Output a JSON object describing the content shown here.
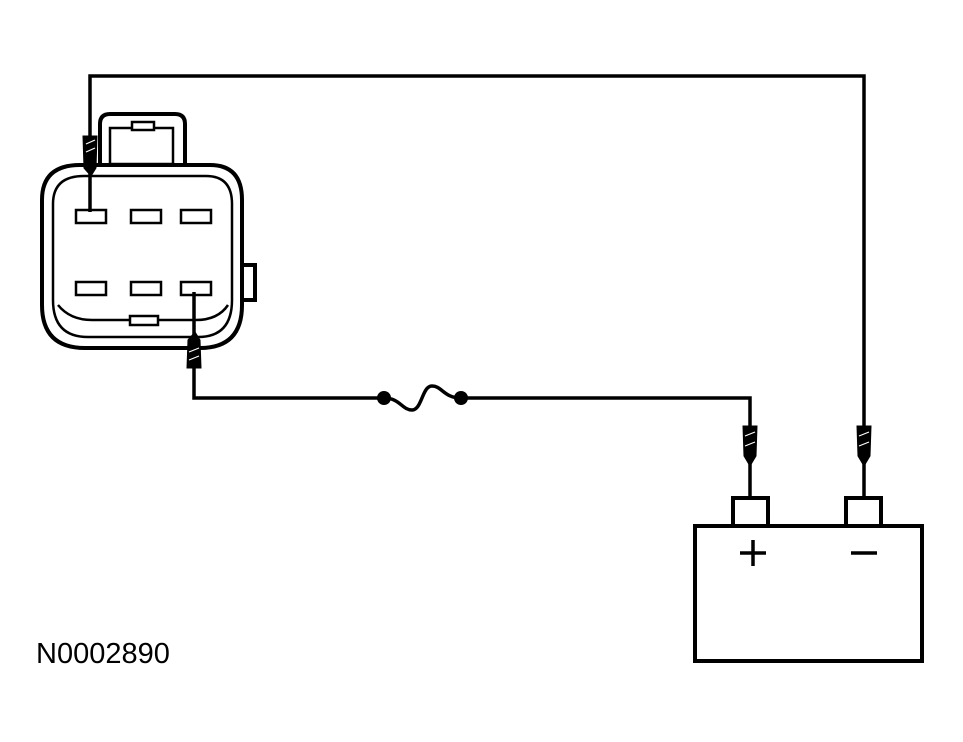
{
  "figure": {
    "id": "N0002890"
  },
  "battery": {
    "positive_symbol": "+",
    "negative_symbol": "−"
  },
  "components": {
    "connector": "six-pin-connector",
    "fuse": "inline-fuse",
    "battery": "battery"
  }
}
